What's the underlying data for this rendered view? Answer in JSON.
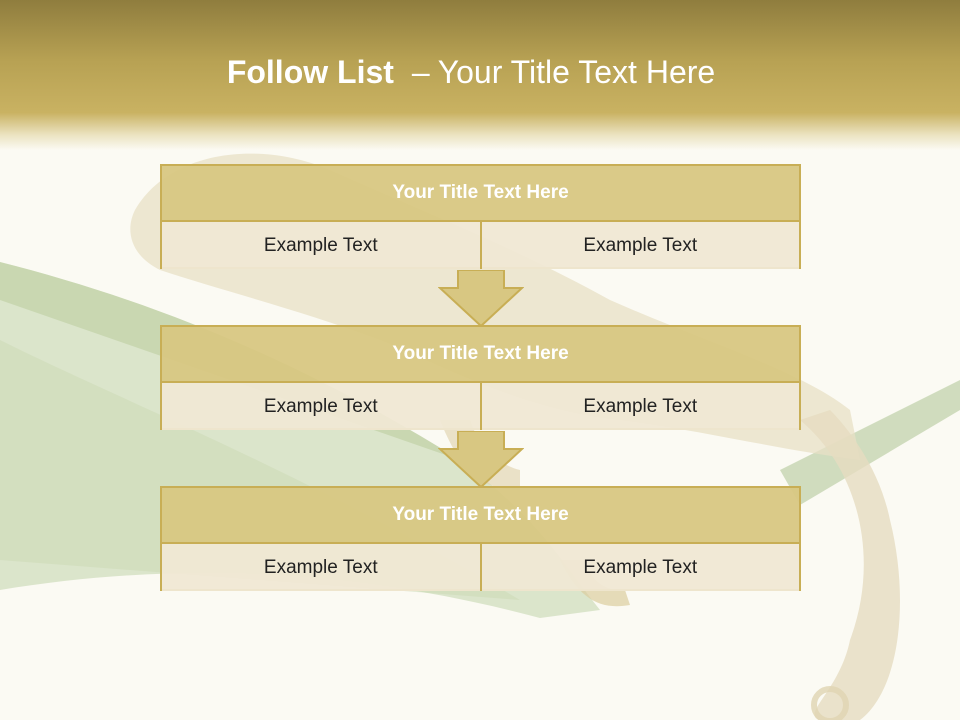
{
  "slide": {
    "title_bold": "Follow List",
    "title_sep": "–",
    "title_rest": "Your Title Text Here"
  },
  "steps": [
    {
      "title": "Your Title Text Here",
      "cells": [
        "Example Text",
        "Example Text"
      ]
    },
    {
      "title": "Your Title Text Here",
      "cells": [
        "Example Text",
        "Example Text"
      ]
    },
    {
      "title": "Your Title Text Here",
      "cells": [
        "Example Text",
        "Example Text"
      ]
    }
  ],
  "colors": {
    "header_gold": "#b7a153",
    "card_border": "#c8ae55",
    "card_title_bg": "#d8c782",
    "cell_bg": "#f0e8d4",
    "arrow_fill": "#d8c782"
  },
  "background_image": "chameleon-on-leaf"
}
